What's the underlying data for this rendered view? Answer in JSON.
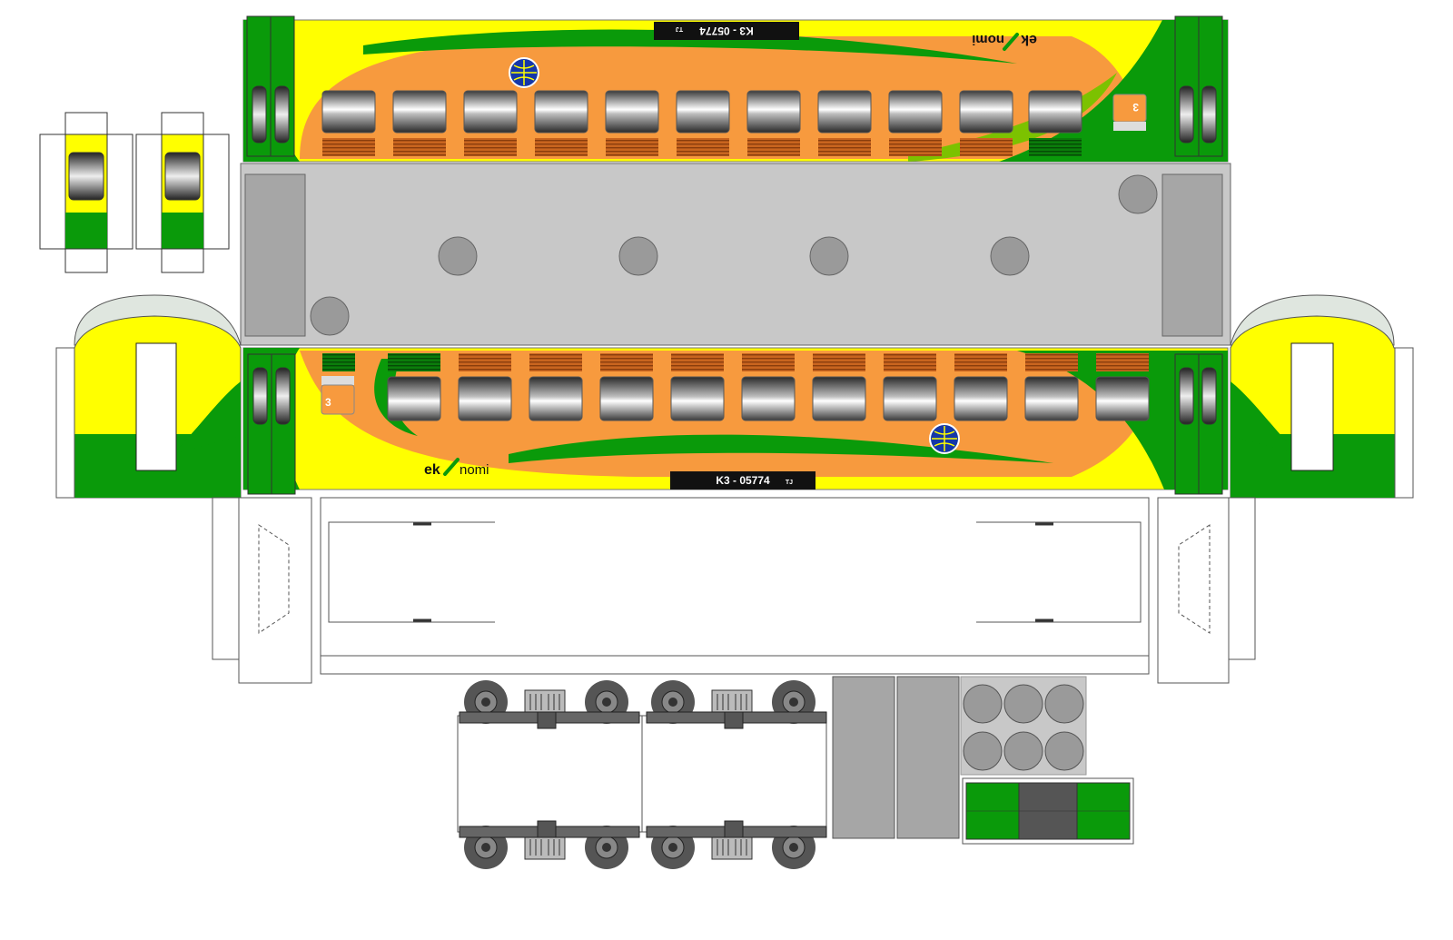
{
  "car": {
    "number": "K3 - 05774",
    "tag": "TJ",
    "brand_prefix": "ek",
    "brand_suffix": "nomi",
    "class_mark": "3",
    "logo_icon": "globe-emblem-icon"
  },
  "colors": {
    "yellow": "#ffff00",
    "orange": "#f79a3e",
    "green": "#0a9a0a",
    "dark_green": "#0b7d0b",
    "roof_gray": "#c8c8c8",
    "vent_gray": "#9a9a9a",
    "panel_gray": "#a6a6a6",
    "black": "#111111"
  },
  "bogie_icon": "bogie-wheelset-icon"
}
